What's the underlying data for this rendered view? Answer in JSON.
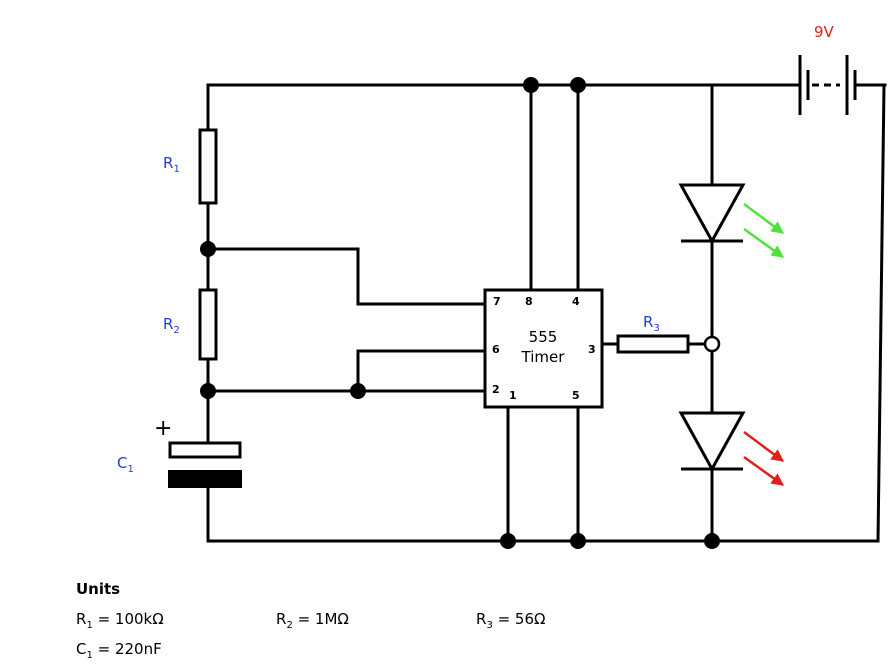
{
  "battery": {
    "label": "9V"
  },
  "components": {
    "r1": {
      "name": "R",
      "sub": "1"
    },
    "r2": {
      "name": "R",
      "sub": "2"
    },
    "r3": {
      "name": "R",
      "sub": "3"
    },
    "c1": {
      "name": "C",
      "sub": "1",
      "plus": "+"
    }
  },
  "ic": {
    "line1": "555",
    "line2": "Timer",
    "pins": {
      "p1": "1",
      "p2": "2",
      "p3": "3",
      "p4": "4",
      "p5": "5",
      "p6": "6",
      "p7": "7",
      "p8": "8"
    }
  },
  "leds": [
    {
      "color": "green",
      "arrow_color": "#4fe23a"
    },
    {
      "color": "red",
      "arrow_color": "#e0201b"
    }
  ],
  "units": {
    "title": "Units",
    "r1": {
      "name": "R",
      "sub": "1",
      "value": " = 100kΩ"
    },
    "r2": {
      "name": "R",
      "sub": "2",
      "value": " = 1MΩ"
    },
    "r3": {
      "name": "R",
      "sub": "3",
      "value": " = 56Ω"
    },
    "c1": {
      "name": "C",
      "sub": "1",
      "value": " = 220nF"
    }
  }
}
